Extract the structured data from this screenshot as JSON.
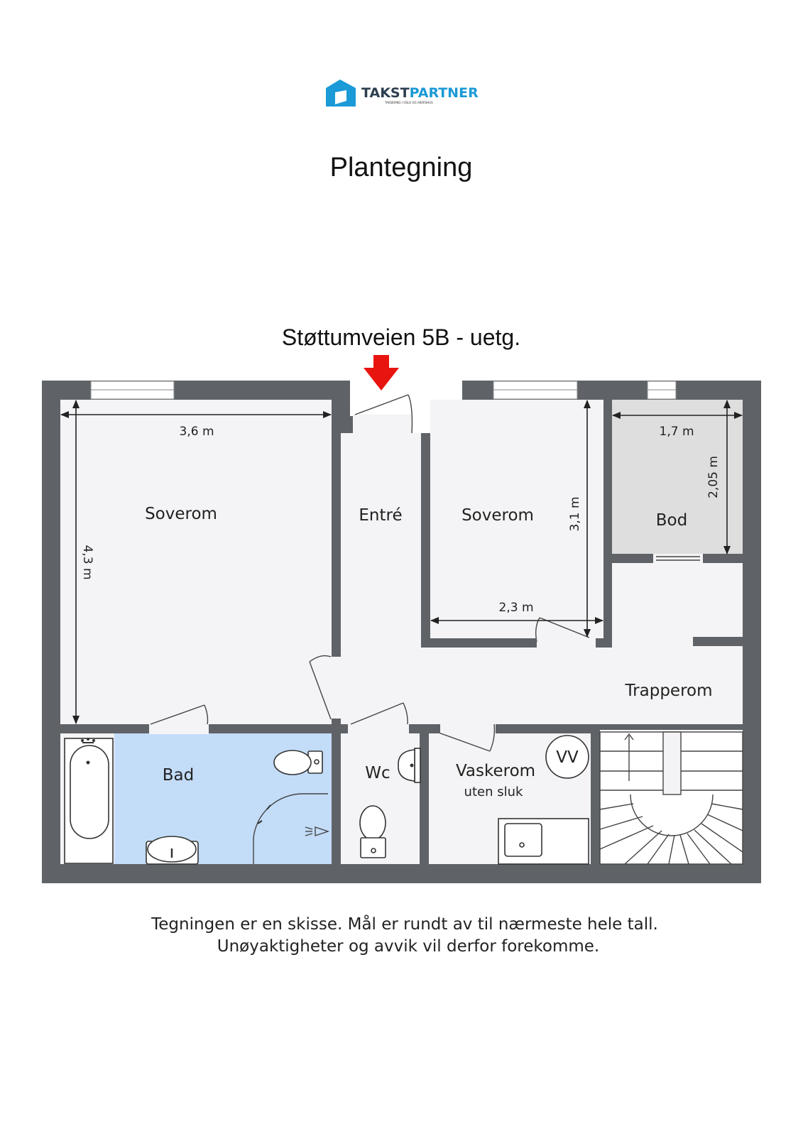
{
  "brand": {
    "name_part1": "TAKST",
    "name_part2": "PARTNER",
    "tagline": "TAKSERING I OSLO OG AKERSHUS",
    "color_dark": "#2d3e50",
    "color_accent": "#1a9ad6"
  },
  "page_title": "Plantegning",
  "plan_title": "Støttumveien 5B - uetg.",
  "rooms": {
    "soverom1": "Soverom",
    "entre": "Entré",
    "soverom2": "Soverom",
    "bod": "Bod",
    "trapperom": "Trapperom",
    "bad": "Bad",
    "wc": "Wc",
    "vaskerom": "Vaskerom",
    "vaskerom_note": "uten sluk"
  },
  "dimensions": {
    "soverom1_width": "3,6 m",
    "soverom1_depth": "4,3 m",
    "soverom2_depth": "3,1 m",
    "soverom2_width": "2,3 m",
    "bod_width": "1,7 m",
    "bod_depth": "2,05 m"
  },
  "fixtures": {
    "water_heater": "VV"
  },
  "colors": {
    "wall": "#5f6368",
    "floor": "#f4f4f6",
    "bath_floor": "#c3dcf8",
    "storage_floor": "#dedede",
    "entry_arrow": "#e8140f"
  },
  "disclaimer": {
    "line1": "Tegningen er en skisse. Mål er rundt av til nærmeste hele tall.",
    "line2": "Unøyaktigheter og avvik vil derfor forekomme."
  }
}
